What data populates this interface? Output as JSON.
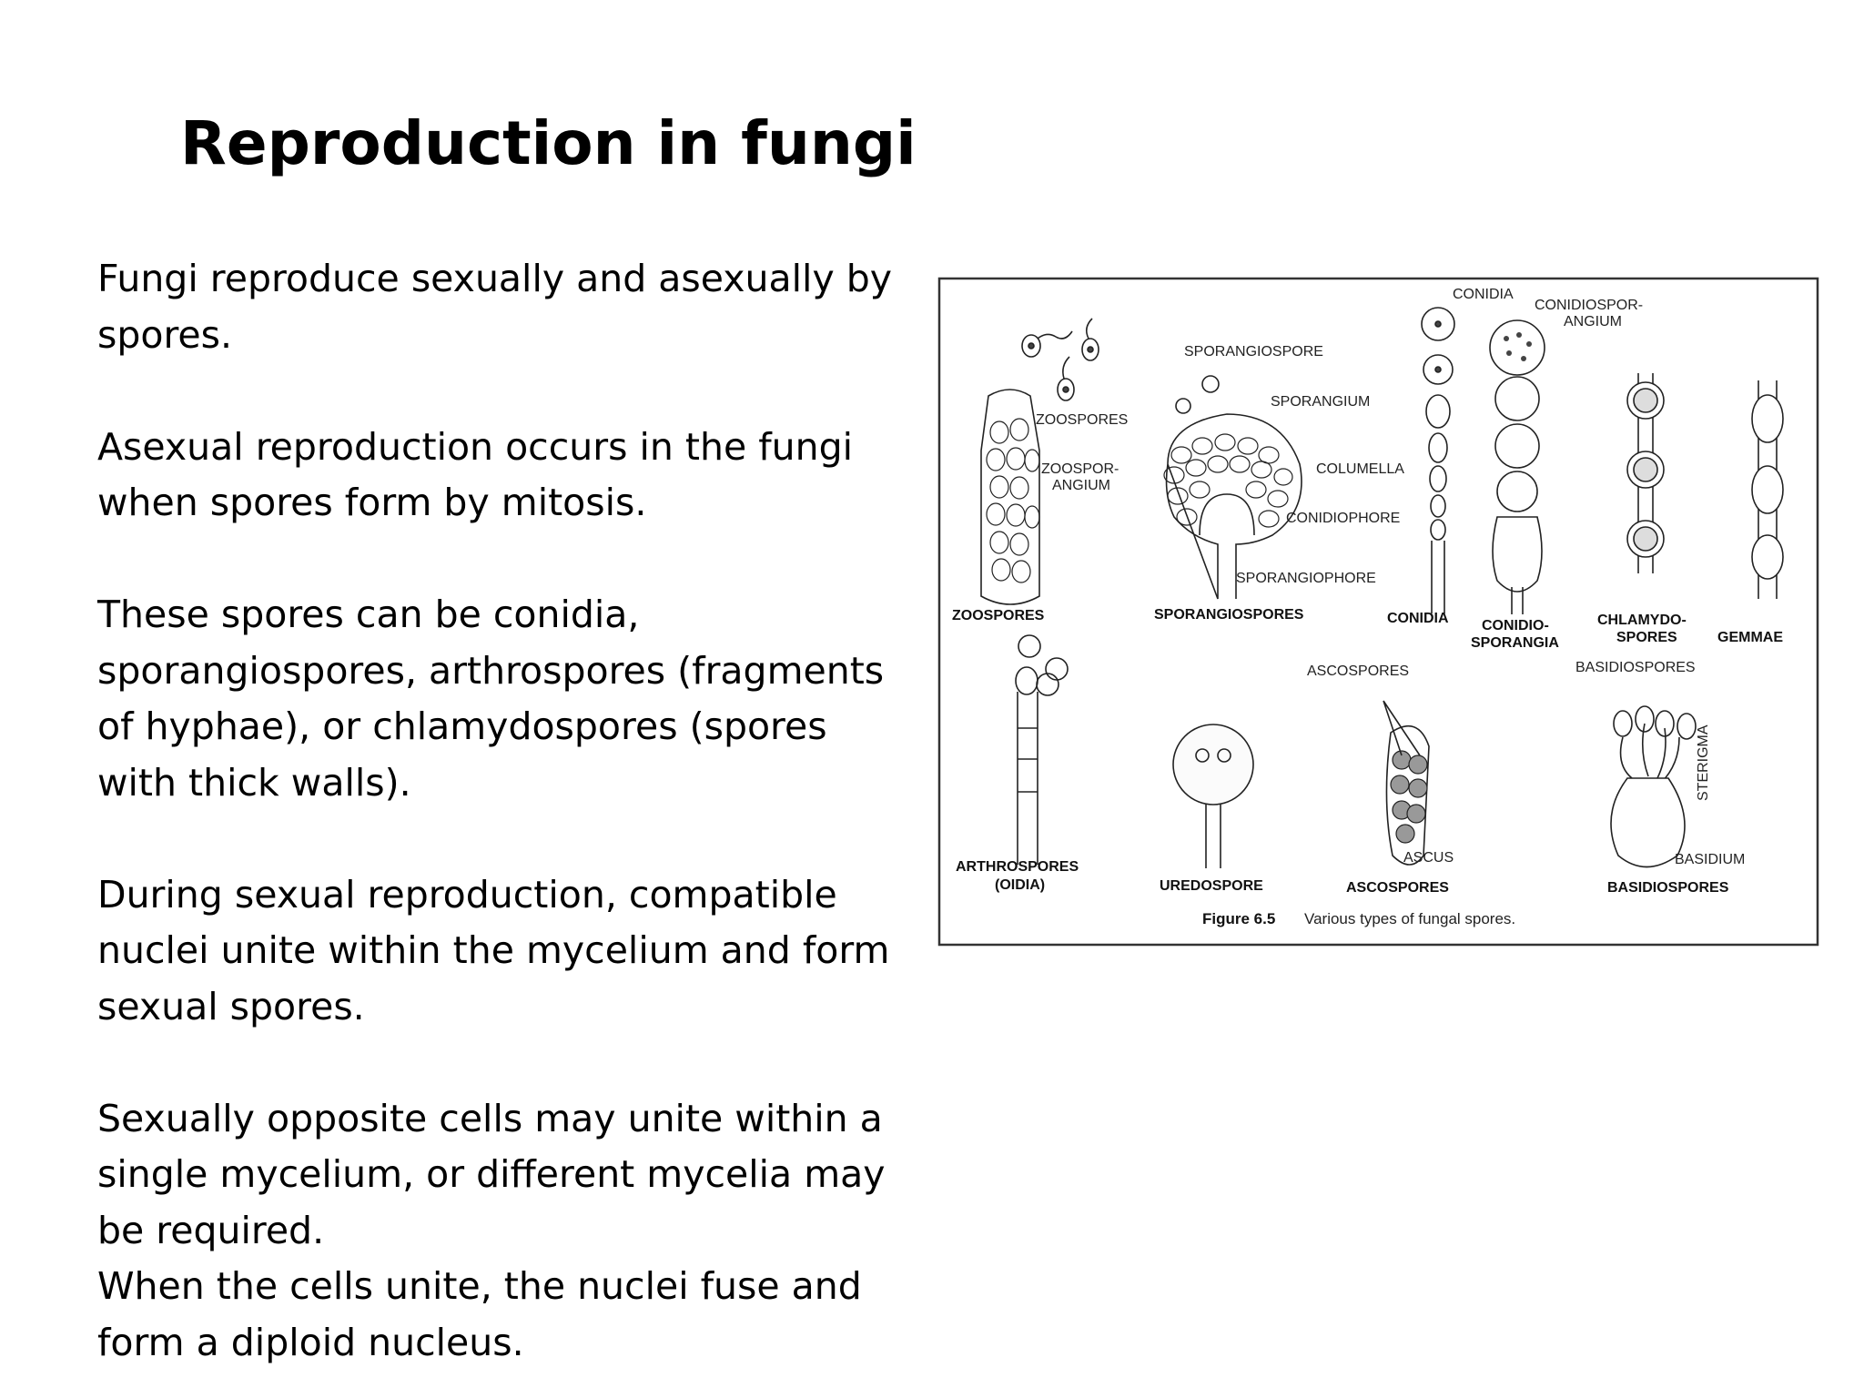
{
  "slide": {
    "title": "Reproduction in fungi",
    "paragraphs": [
      {
        "lines": [
          "Fungi reproduce sexually and asexually by",
          "spores."
        ]
      },
      {
        "lines": [
          "Asexual reproduction occurs in the fungi",
          "when spores form by mitosis."
        ]
      },
      {
        "lines": [
          "These spores can be conidia,",
          "sporangiospores, arthrospores (fragments",
          "of hyphae), or chlamydospores (spores",
          "with thick walls)."
        ]
      },
      {
        "lines": [
          "During sexual reproduction, compatible",
          "nuclei unite within the mycelium and form",
          "sexual spores."
        ]
      },
      {
        "lines": [
          "Sexually opposite cells may unite within a",
          "single mycelium, or different mycelia may",
          "be required.",
          "When the cells unite, the nuclei fuse and",
          "form a diploid nucleus."
        ]
      }
    ]
  },
  "figure": {
    "labels": {
      "zoospores_top": "ZOOSPORES",
      "zoosporangium_1": "ZOOSPOR-",
      "zoosporangium_2": "ANGIUM",
      "sporangiospore": "SPORANGIOSPORE",
      "sporangium": "SPORANGIUM",
      "columella": "COLUMELLA",
      "conidiophore": "CONIDIOPHORE",
      "sporangiophore": "SPORANGIOPHORE",
      "conidia_top": "CONIDIA",
      "conidiosporangium_1": "CONIDIOSPOR-",
      "conidiosporangium_2": "ANGIUM",
      "ascospores_top": "ASCOSPORES",
      "basidiospores_top": "BASIDIOSPORES",
      "sterigma": "STERIGMA",
      "ascus": "ASCUS",
      "basidium": "BASIDIUM"
    },
    "names": {
      "zoospores": "ZOOSPORES",
      "sporangiospores": "SPORANGIOSPORES",
      "conidia": "CONIDIA",
      "conidiosporangia_1": "CONIDIO-",
      "conidiosporangia_2": "SPORANGIA",
      "chlamydospores_1": "CHLAMYDO-",
      "chlamydospores_2": "SPORES",
      "gemmae": "GEMMAE",
      "arthrospores_1": "ARTHROSPORES",
      "arthrospores_2": "(OIDIA)",
      "uredospore": "UREDOSPORE",
      "ascospores": "ASCOSPORES",
      "basidiospores": "BASIDIOSPORES"
    },
    "caption_number": "Figure 6.5",
    "caption_text": "Various types of fungal spores."
  }
}
